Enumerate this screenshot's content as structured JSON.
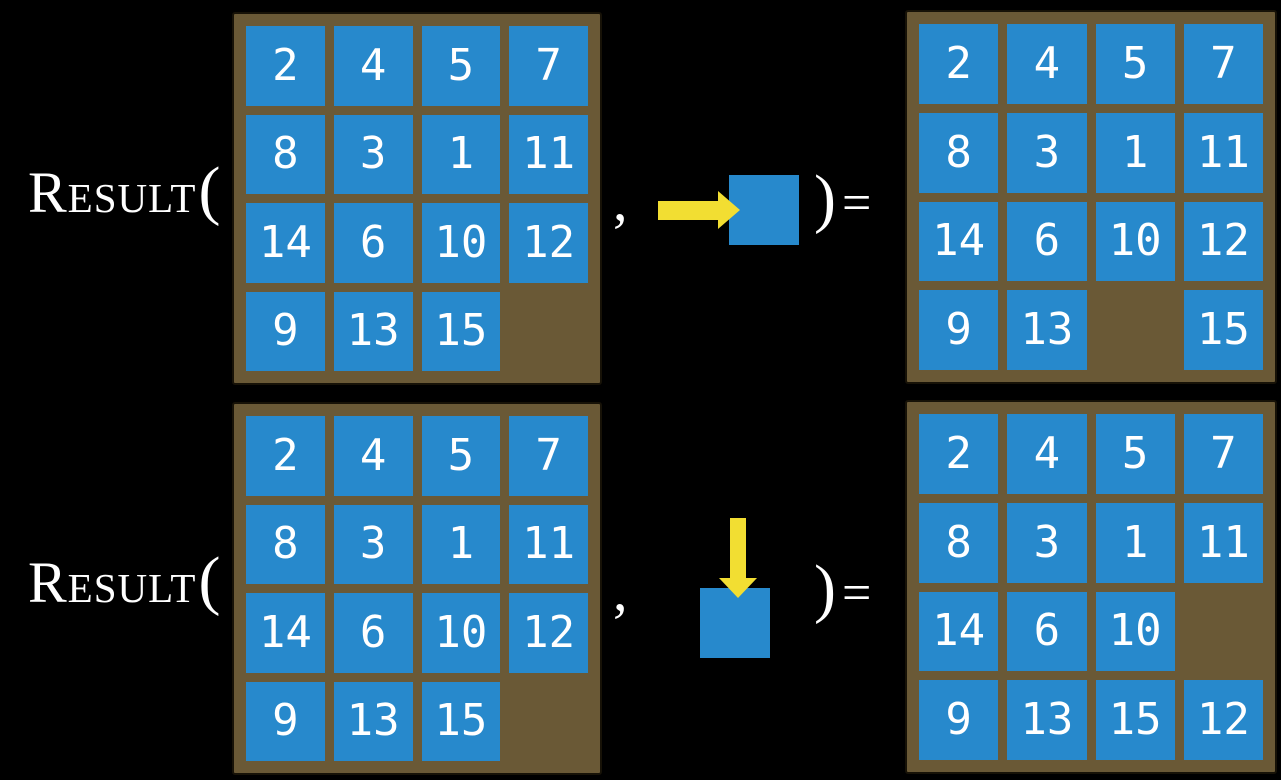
{
  "colors": {
    "background": "#000000",
    "board": "#6a5936",
    "tile": "#2789cc",
    "arrow": "#f2de32",
    "text": "#ffffff"
  },
  "equations": [
    {
      "function_label": "Result",
      "open_paren": "(",
      "comma": ",",
      "close_paren": ")",
      "equals": "=",
      "action": {
        "icon": "arrow-right-icon",
        "direction": "right"
      },
      "input_board": [
        [
          2,
          4,
          5,
          7
        ],
        [
          8,
          3,
          1,
          11
        ],
        [
          14,
          6,
          10,
          12
        ],
        [
          9,
          13,
          15,
          null
        ]
      ],
      "output_board": [
        [
          2,
          4,
          5,
          7
        ],
        [
          8,
          3,
          1,
          11
        ],
        [
          14,
          6,
          10,
          12
        ],
        [
          9,
          13,
          null,
          15
        ]
      ]
    },
    {
      "function_label": "Result",
      "open_paren": "(",
      "comma": ",",
      "close_paren": ")",
      "equals": "=",
      "action": {
        "icon": "arrow-down-icon",
        "direction": "down"
      },
      "input_board": [
        [
          2,
          4,
          5,
          7
        ],
        [
          8,
          3,
          1,
          11
        ],
        [
          14,
          6,
          10,
          12
        ],
        [
          9,
          13,
          15,
          null
        ]
      ],
      "output_board": [
        [
          2,
          4,
          5,
          7
        ],
        [
          8,
          3,
          1,
          11
        ],
        [
          14,
          6,
          10,
          null
        ],
        [
          9,
          13,
          15,
          12
        ]
      ]
    }
  ]
}
